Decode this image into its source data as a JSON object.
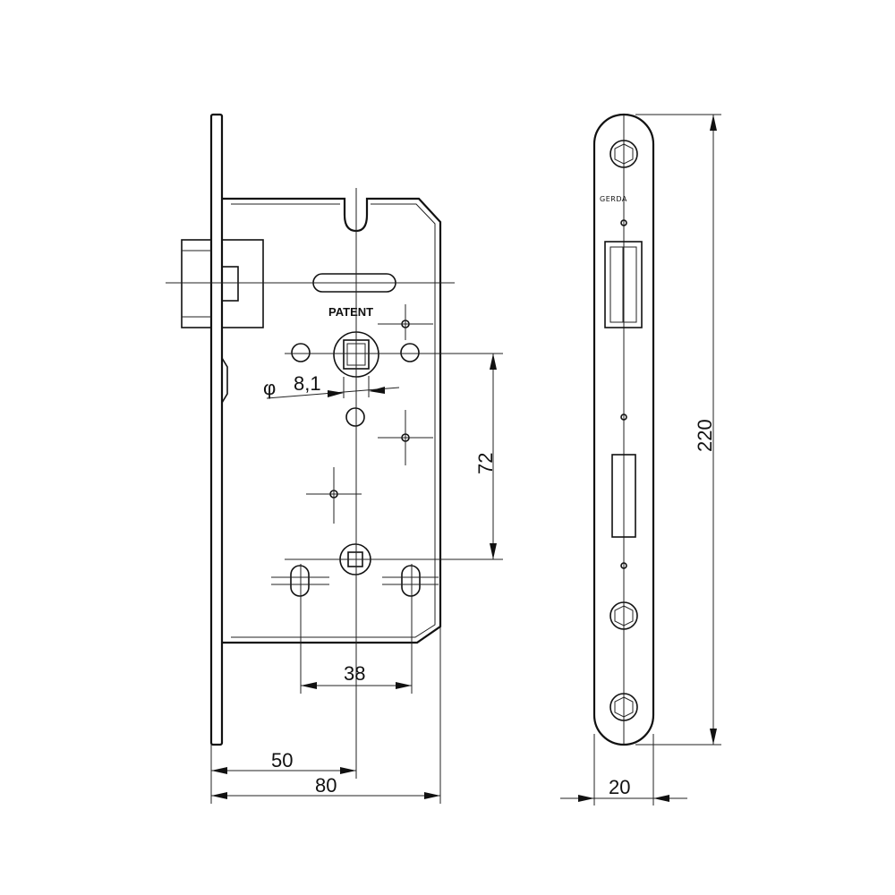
{
  "labels": {
    "patent": "PATENT",
    "brand": "GERDA",
    "diameter_symbol": "φ",
    "diameter_value": "8,1"
  },
  "dimensions": {
    "backset": "50",
    "case_depth": "80",
    "screw_hole_spacing": "38",
    "handle_to_key_distance": "72",
    "faceplate_height": "220",
    "faceplate_width": "20"
  }
}
